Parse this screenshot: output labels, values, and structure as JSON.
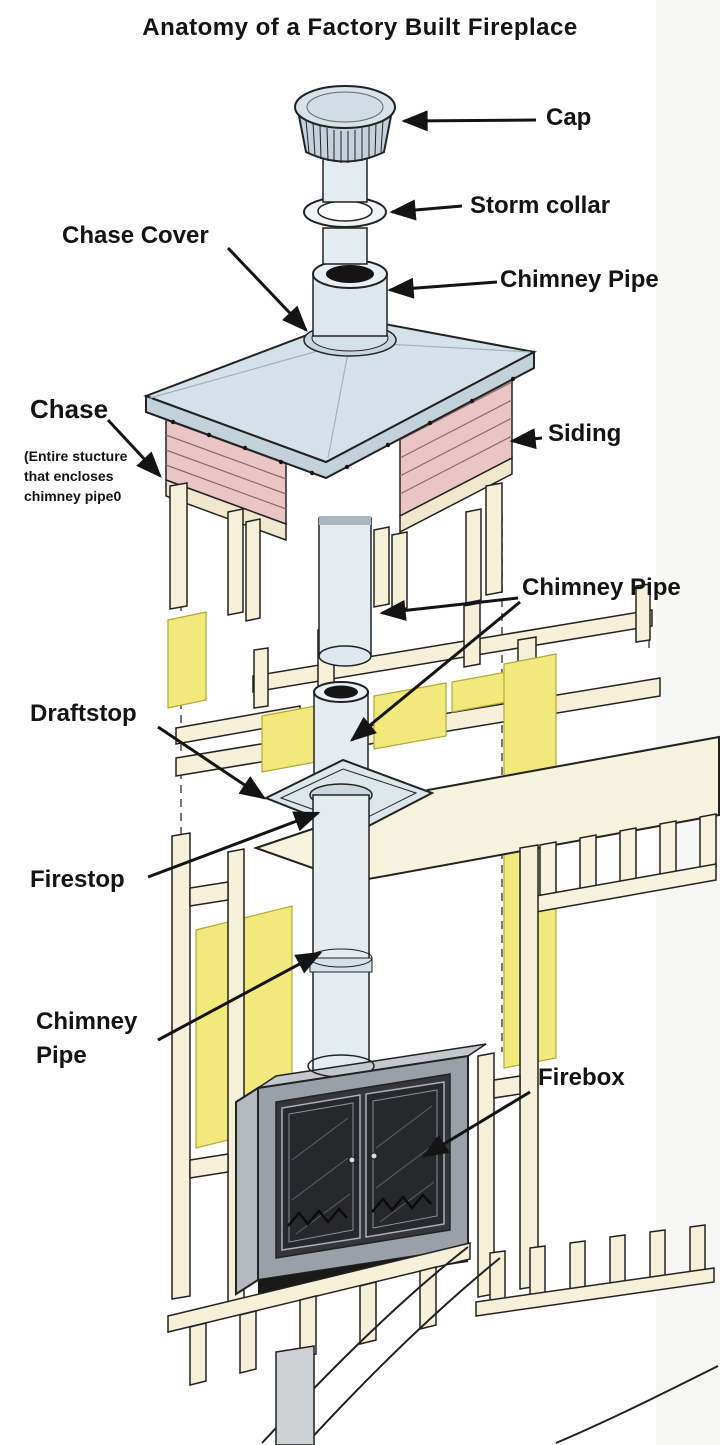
{
  "title": "Anatomy of a Factory Built Fireplace",
  "labels": {
    "cap": "Cap",
    "storm_collar": "Storm collar",
    "chase_cover": "Chase Cover",
    "chimney_pipe_top": "Chimney Pipe",
    "chase": "Chase",
    "chase_note_line1": "(Entire stucture",
    "chase_note_line2": "that encloses",
    "chase_note_line3": "chimney pipe0",
    "siding": "Siding",
    "chimney_pipe_middle": "Chimney Pipe",
    "draftstop": "Draftstop",
    "firestop": "Firestop",
    "chimney_pipe_lower_line1": "Chimney",
    "chimney_pipe_lower_line2": "Pipe",
    "firebox": "Firebox"
  },
  "colors": {
    "background": "#ffffff",
    "text": "#141414",
    "chase_cover_fill": "#d3e1e8",
    "siding_fill": "#e9c6c4",
    "wood_fill": "#f6f0d8",
    "insulation_fill": "#f1e97b",
    "pipe_fill": "#e3ecf1",
    "pipe_opening": "#141414",
    "firebox_fill": "#9aa0a8"
  }
}
